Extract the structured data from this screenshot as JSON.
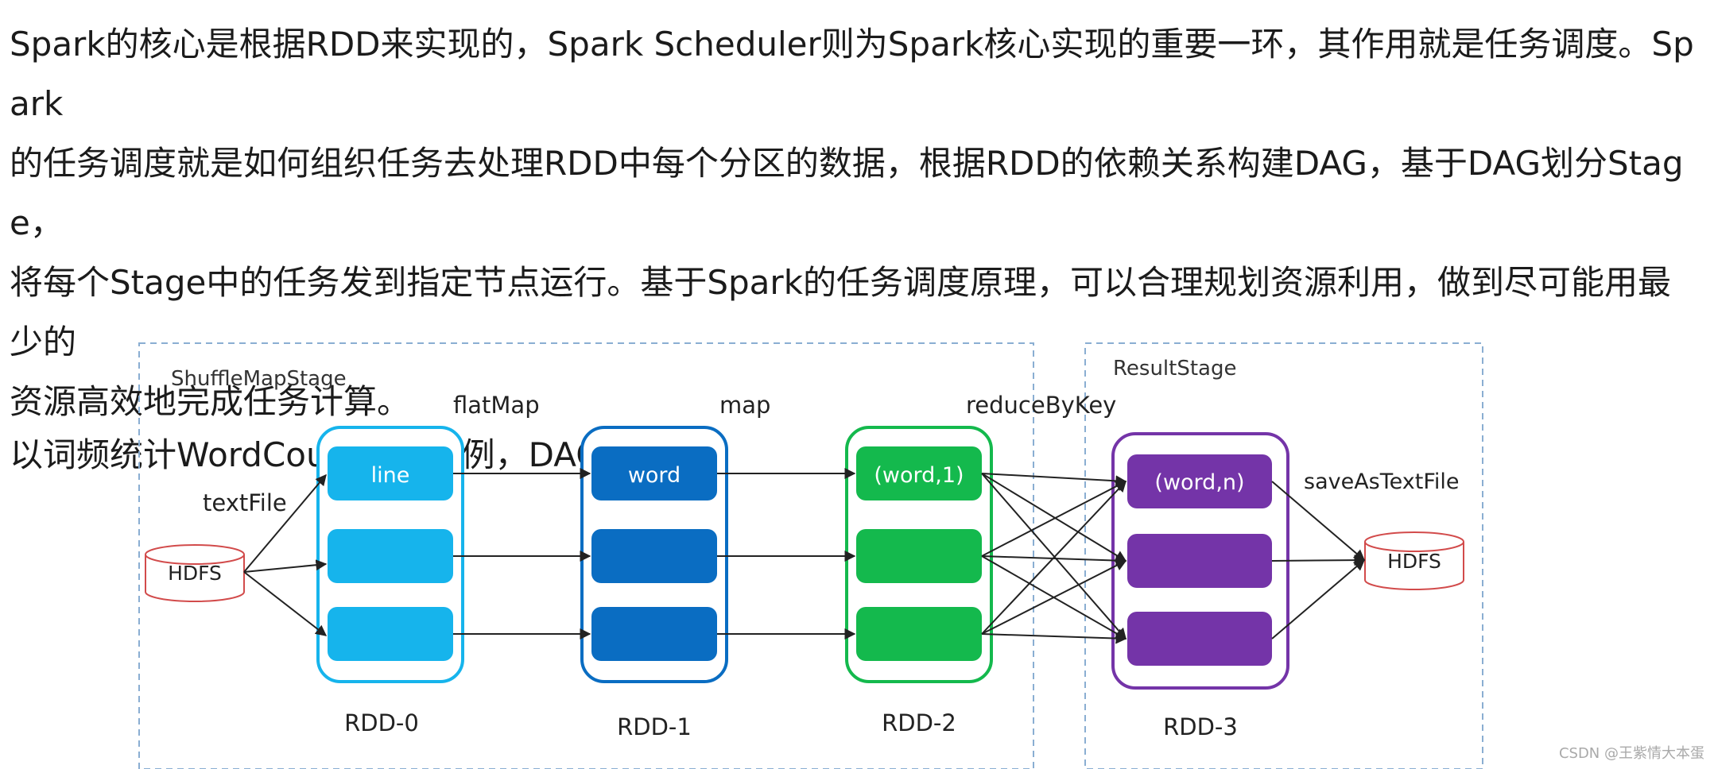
{
  "article": {
    "paragraph_lines": [
      "Spark的核心是根据RDD来实现的，Spark Scheduler则为Spark核心实现的重要一环，其作用就是任务调度。Spark",
      "的任务调度就是如何组织任务去处理RDD中每个分区的数据，根据RDD的依赖关系构建DAG，基于DAG划分Stage，",
      "将每个Stage中的任务发到指定节点运行。基于Spark的任务调度原理，可以合理规划资源利用，做到尽可能用最少的",
      "资源高效地完成任务计算。"
    ],
    "lead": "以词频统计WordCount程序为例，DAG图："
  },
  "diagram": {
    "stages": {
      "shuffle": "ShuffleMapStage",
      "result": "ResultStage"
    },
    "ops": {
      "textFile": "textFile",
      "flatMap": "flatMap",
      "map": "map",
      "reduceByKey": "reduceByKey",
      "saveAsTextFile": "saveAsTextFile"
    },
    "storage": {
      "input": "HDFS",
      "output": "HDFS"
    },
    "rdds": [
      {
        "name": "RDD-0",
        "first_partition": "line",
        "color": "#16b4ec"
      },
      {
        "name": "RDD-1",
        "first_partition": "word",
        "color": "#0a6dc2"
      },
      {
        "name": "RDD-2",
        "first_partition": "(word,1)",
        "color": "#14b94d"
      },
      {
        "name": "RDD-3",
        "first_partition": "(word,n)",
        "color": "#7434a8"
      }
    ],
    "colors": {
      "stage_border": "#8aaed2",
      "hdfs": "#d24b4b",
      "arrow": "#222222"
    }
  },
  "watermark": "CSDN @王紫情大本蛋"
}
